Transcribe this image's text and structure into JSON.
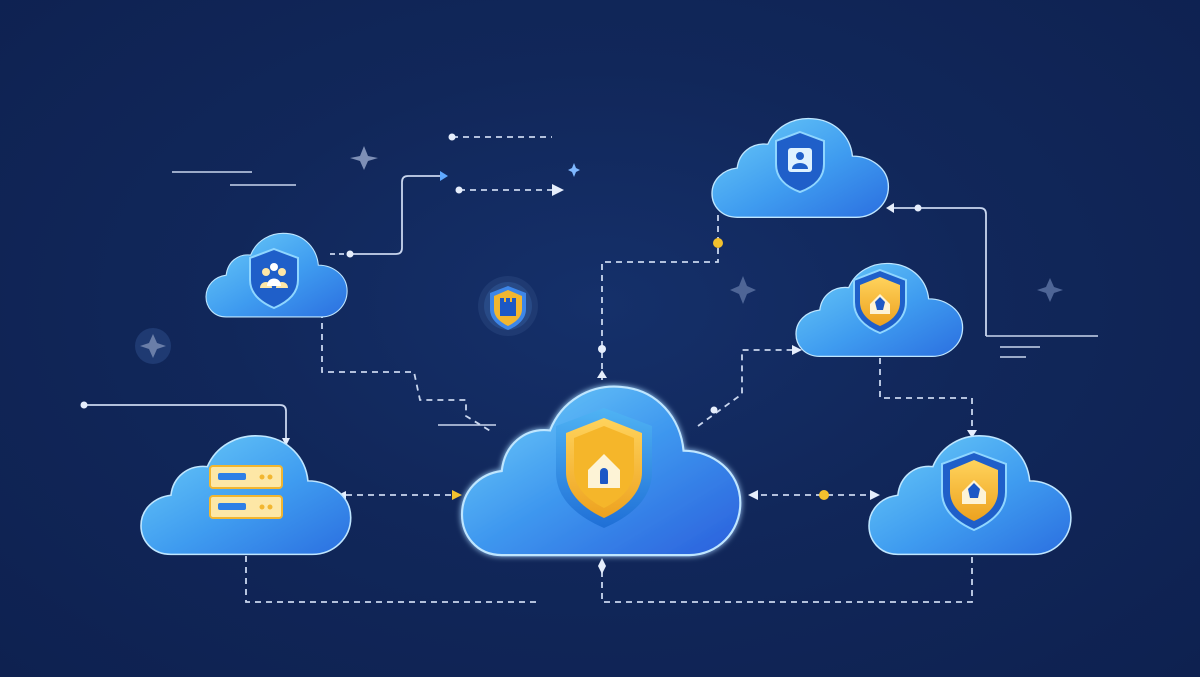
{
  "colors": {
    "background": "#102452",
    "cloud_light": "#5fc4f7",
    "cloud_dark": "#2f7fe6",
    "shield_gold": "#f2b630",
    "shield_cream": "#fde7a6",
    "connector": "#c9d6ee",
    "accent_node": "#f2c12e",
    "sparkle": "#7e8fb6"
  },
  "nodes": [
    {
      "id": "central-hub",
      "icon": "shield-lock-icon"
    },
    {
      "id": "team-cloud",
      "icon": "shield-team-icon"
    },
    {
      "id": "server-cloud",
      "icon": "server-rack-icon"
    },
    {
      "id": "user-cloud",
      "icon": "shield-user-icon"
    },
    {
      "id": "home-cloud-upper",
      "icon": "shield-home-icon"
    },
    {
      "id": "home-cloud-lower",
      "icon": "shield-home-icon"
    },
    {
      "id": "badge",
      "icon": "shield-castle-badge-icon"
    }
  ],
  "connections": [
    {
      "from": "team-cloud",
      "to": "central-hub"
    },
    {
      "from": "server-cloud",
      "to": "central-hub"
    },
    {
      "from": "central-hub",
      "to": "user-cloud"
    },
    {
      "from": "central-hub",
      "to": "home-cloud-upper"
    },
    {
      "from": "central-hub",
      "to": "home-cloud-lower"
    },
    {
      "from": "home-cloud-upper",
      "to": "home-cloud-lower"
    },
    {
      "from": "server-cloud",
      "to": "central-hub"
    },
    {
      "from": "home-cloud-lower",
      "to": "central-hub"
    }
  ]
}
